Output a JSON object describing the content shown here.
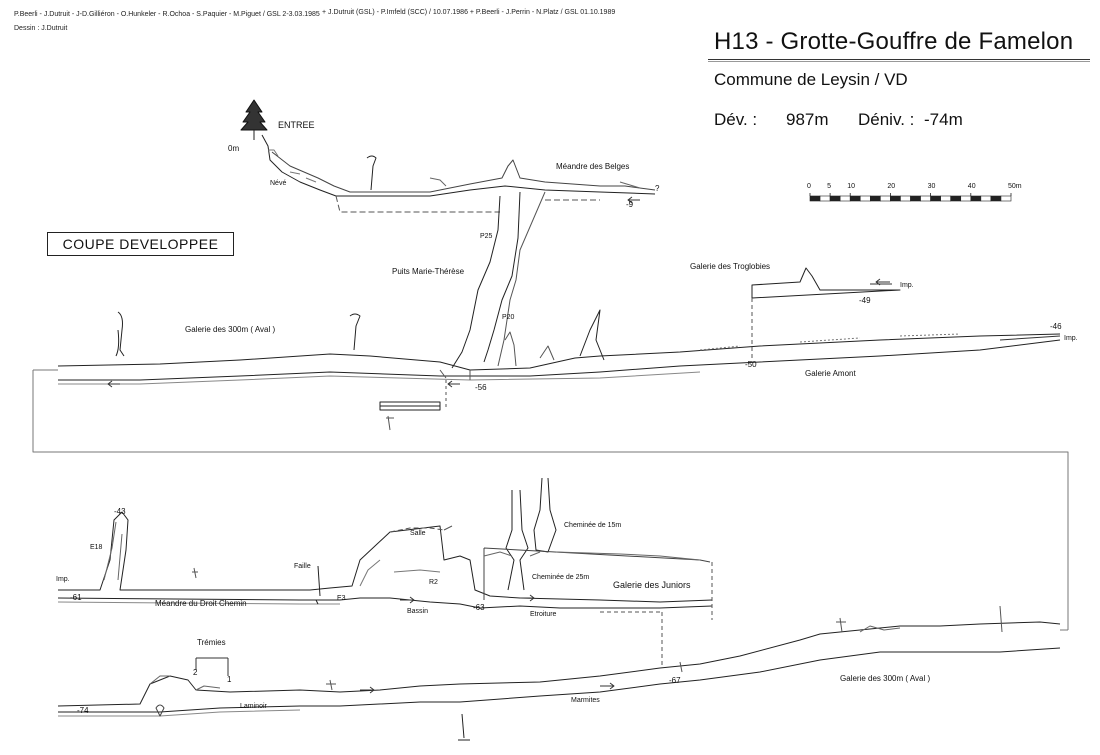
{
  "header": {
    "credits_line1": "P.Beerli - J.Dutruit - J-D.Gilliéron - O.Hunkeler - R.Ochoa - S.Paquier - M.Piguet  /  GSL 2-3.03.1985",
    "credits_line1b": "+  J.Dutruit (GSL) - P.Imfeld (SCC)  /  10.07.1986    +    P.Beerli - J.Perrin - N.Platz  /  GSL 01.10.1989",
    "credits_line2": "Dessin  :  J.Dutruit",
    "title": "H13 - Grotte-Gouffre de Famelon",
    "commune": "Commune de Leysin / VD",
    "dev_label": "Dév.    :",
    "dev_value": "987m",
    "deniv_label": "Déniv. :",
    "deniv_value": "-74m"
  },
  "section_label": "COUPE DEVELOPPEE",
  "scale": {
    "ticks": [
      "0",
      "5",
      "10",
      "20",
      "30",
      "40",
      "50m"
    ],
    "tick_values": [
      0,
      5,
      10,
      20,
      30,
      40,
      50
    ]
  },
  "upper_section": {
    "entrance": "ENTREE",
    "zero": "0m",
    "neve": "Névé",
    "meandre_belges": "Méandre des Belges",
    "question": "?",
    "depth_m9": "-9",
    "p25": "P25",
    "puits": "Puits Marie-Thérèse",
    "p20": "P20",
    "galerie_300_aval": "Galerie des 300m  ( Aval )",
    "galerie_troglobies": "Galerie des Troglobies",
    "imp_troglobies": "Imp.",
    "depth_m49": "-49",
    "depth_m46": "-46",
    "imp_right": "Imp.",
    "depth_m50": "-50",
    "galerie_amont": "Galerie Amont",
    "depth_m56": "-56"
  },
  "middle_section": {
    "depth_m43": "-43",
    "e18": "E18",
    "imp_left": "Imp.",
    "depth_m61": "-61",
    "meandre_droit_chemin": "Méandre du Droit Chemin",
    "faille": "Faille",
    "e3": "E3",
    "salle": "Salle",
    "r2": "R2",
    "bassin": "Bassin",
    "depth_m63": "-63",
    "cheminee_15": "Cheminée de 15m",
    "cheminee_25": "Cheminée de 25m",
    "galerie_juniors": "Galerie des Juniors",
    "etroiture": "Etroiture"
  },
  "lower_section": {
    "tremies": "Trémies",
    "tremie_2": "2",
    "tremie_1": "1",
    "depth_m74": "-74",
    "laminoir": "Laminoir",
    "marmites": "Marmites",
    "depth_m67": "-67",
    "galerie_300_aval": "Galerie des 300m  ( Aval )"
  }
}
